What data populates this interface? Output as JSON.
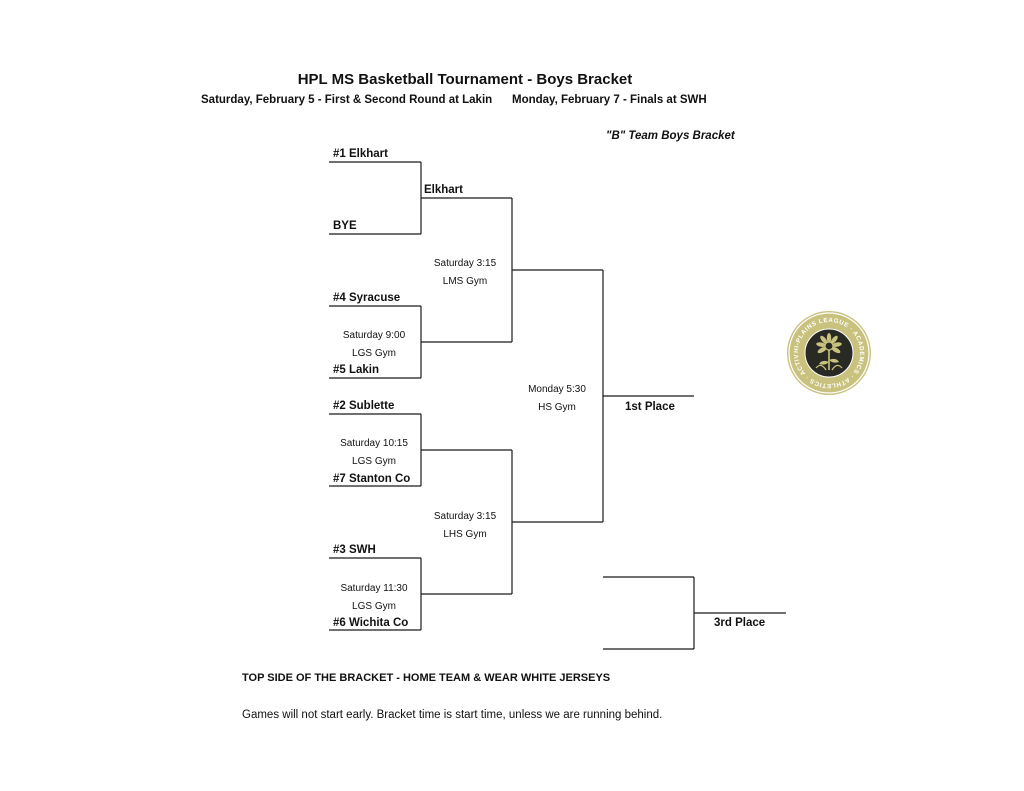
{
  "header": {
    "title": "HPL MS Basketball Tournament - Boys Bracket",
    "first_round": "Saturday, February 5 - First & Second Round at Lakin",
    "finals": "Monday, February 7 - Finals at SWH",
    "bracket_name": "\"B\" Team Boys Bracket"
  },
  "teams": {
    "seed1": "#1 Elkhart",
    "bye": "BYE",
    "seed4": "#4 Syracuse",
    "seed5": "#5 Lakin",
    "seed2": "#2 Sublette",
    "seed7": "#7 Stanton Co",
    "seed3": "#3 SWH",
    "seed6": "#6 Wichita Co",
    "advanced1": "Elkhart"
  },
  "games": {
    "g_4_5": {
      "time": "Saturday 9:00",
      "gym": "LGS Gym"
    },
    "g_semi_top": {
      "time": "Saturday 3:15",
      "gym": "LMS Gym"
    },
    "g_2_7": {
      "time": "Saturday 10:15",
      "gym": "LGS Gym"
    },
    "g_3_6": {
      "time": "Saturday 11:30",
      "gym": "LGS Gym"
    },
    "g_semi_bottom": {
      "time": "Saturday 3:15",
      "gym": "LHS Gym"
    },
    "g_final": {
      "time": "Monday 5:30",
      "gym": "HS Gym"
    }
  },
  "places": {
    "first": "1st Place",
    "third": "3rd Place"
  },
  "notes": {
    "home_rule": "TOP SIDE OF THE BRACKET - HOME TEAM & WEAR WHITE JERSEYS",
    "timing": "Games will not start early. Bracket time is start time, unless we are running behind."
  },
  "logo": {
    "text": "HI-PLAINS LEAGUE · ACADEMICS · ATHLETICS · ACTIVITIES",
    "color": "#c9c27e",
    "icon": "sunflower-icon"
  }
}
